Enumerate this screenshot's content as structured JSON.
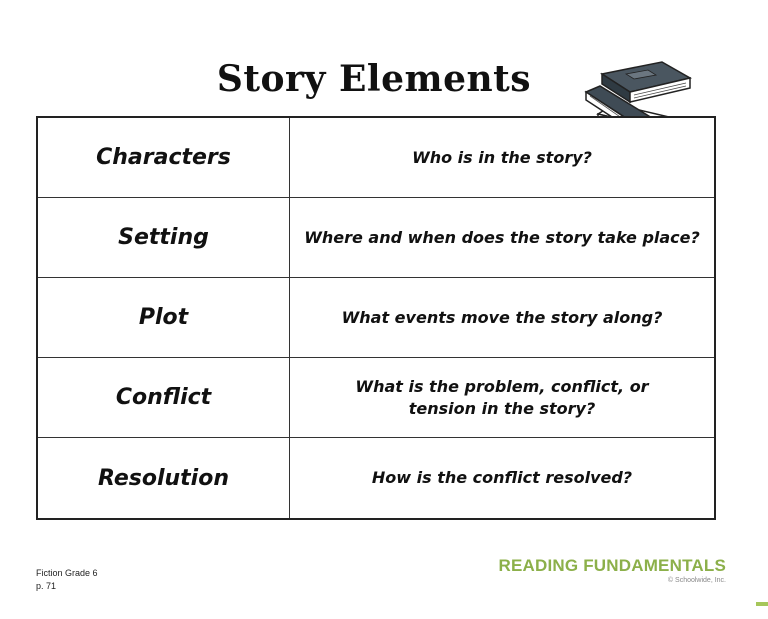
{
  "title": "Story Elements",
  "rows": [
    {
      "term": "Characters",
      "definition": "Who is in the story?"
    },
    {
      "term": "Setting",
      "definition": "Where and when does the story take place?"
    },
    {
      "term": "Plot",
      "definition": "What events move the story along?"
    },
    {
      "term": "Conflict",
      "definition": "What is the problem, conflict, or tension in the story?"
    },
    {
      "term": "Resolution",
      "definition": "How is the conflict resolved?"
    }
  ],
  "footer": {
    "source_line1": "Fiction Grade 6",
    "source_line2": "p. 71",
    "brand": "READING FUNDAMENTALS",
    "copyright": "© Schoolwide, Inc."
  },
  "colors": {
    "brand": "#8cb04a",
    "ink": "#111111"
  },
  "icons": {
    "decoration": "book-stack-icon"
  }
}
